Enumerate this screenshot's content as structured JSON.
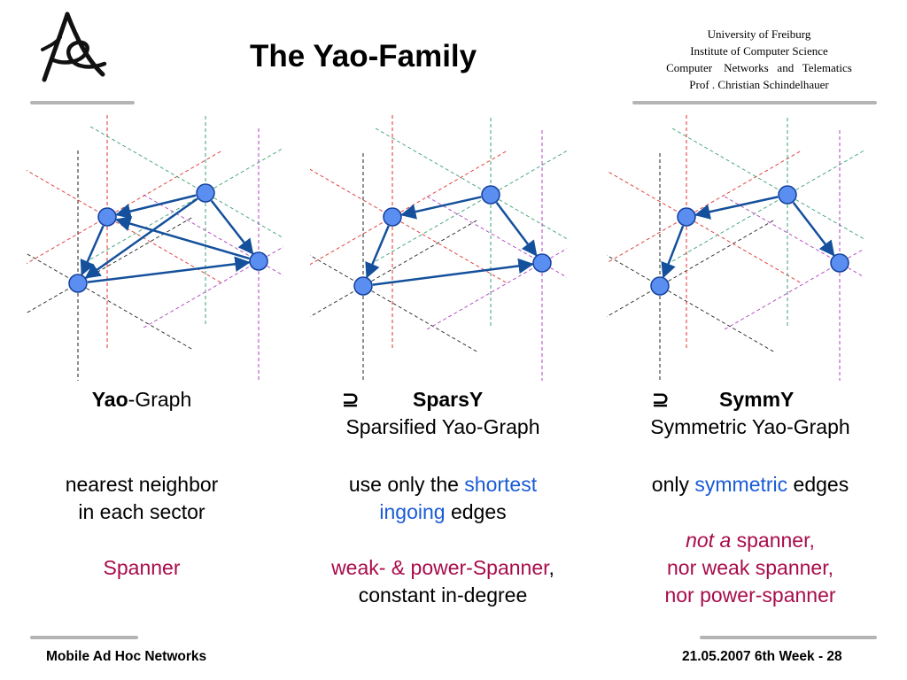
{
  "header": {
    "title": "The Yao-Family",
    "institution": [
      "University of Freiburg",
      "Institute of Computer Science",
      "Computer    Networks   and   Telematics",
      "Prof . Christian Schindelhauer"
    ]
  },
  "columns": [
    {
      "name_bold": "Yao",
      "name_rest": "-Graph",
      "desc1_plain": "nearest neighbor",
      "desc2_plain": "in each sector",
      "result1_red": "Spanner"
    },
    {
      "relation": "⊇",
      "name_bold": "SparsY",
      "subtitle": "Sparsified Yao-Graph",
      "desc1_plain": "use only the ",
      "desc1_blue": "shortest",
      "desc2_blue": "ingoing",
      "desc2_plain": " edges",
      "result1_red": "weak- & power-Spanner",
      "result1_plain": ",",
      "result2_plain": "constant in-degree"
    },
    {
      "relation": "⊇",
      "name_bold": "SymmY",
      "subtitle": "Symmetric Yao-Graph",
      "desc1_plain": "only ",
      "desc1_blue": "symmetric",
      "desc1_plain2": " edges",
      "result1_italic": "not a",
      "result1_red": " spanner,",
      "result2_red": "nor weak spanner,",
      "result3_red": "nor power-spanner"
    }
  ],
  "footer": {
    "left": "Mobile Ad Hoc Networks",
    "right": "21.05.2007 6th Week - 28"
  },
  "colors": {
    "node_fill": "#5a8ef0",
    "node_stroke": "#14409c",
    "edge": "#14509c",
    "text_blue": "#1a5bd6",
    "text_red": "#a80c4a"
  }
}
